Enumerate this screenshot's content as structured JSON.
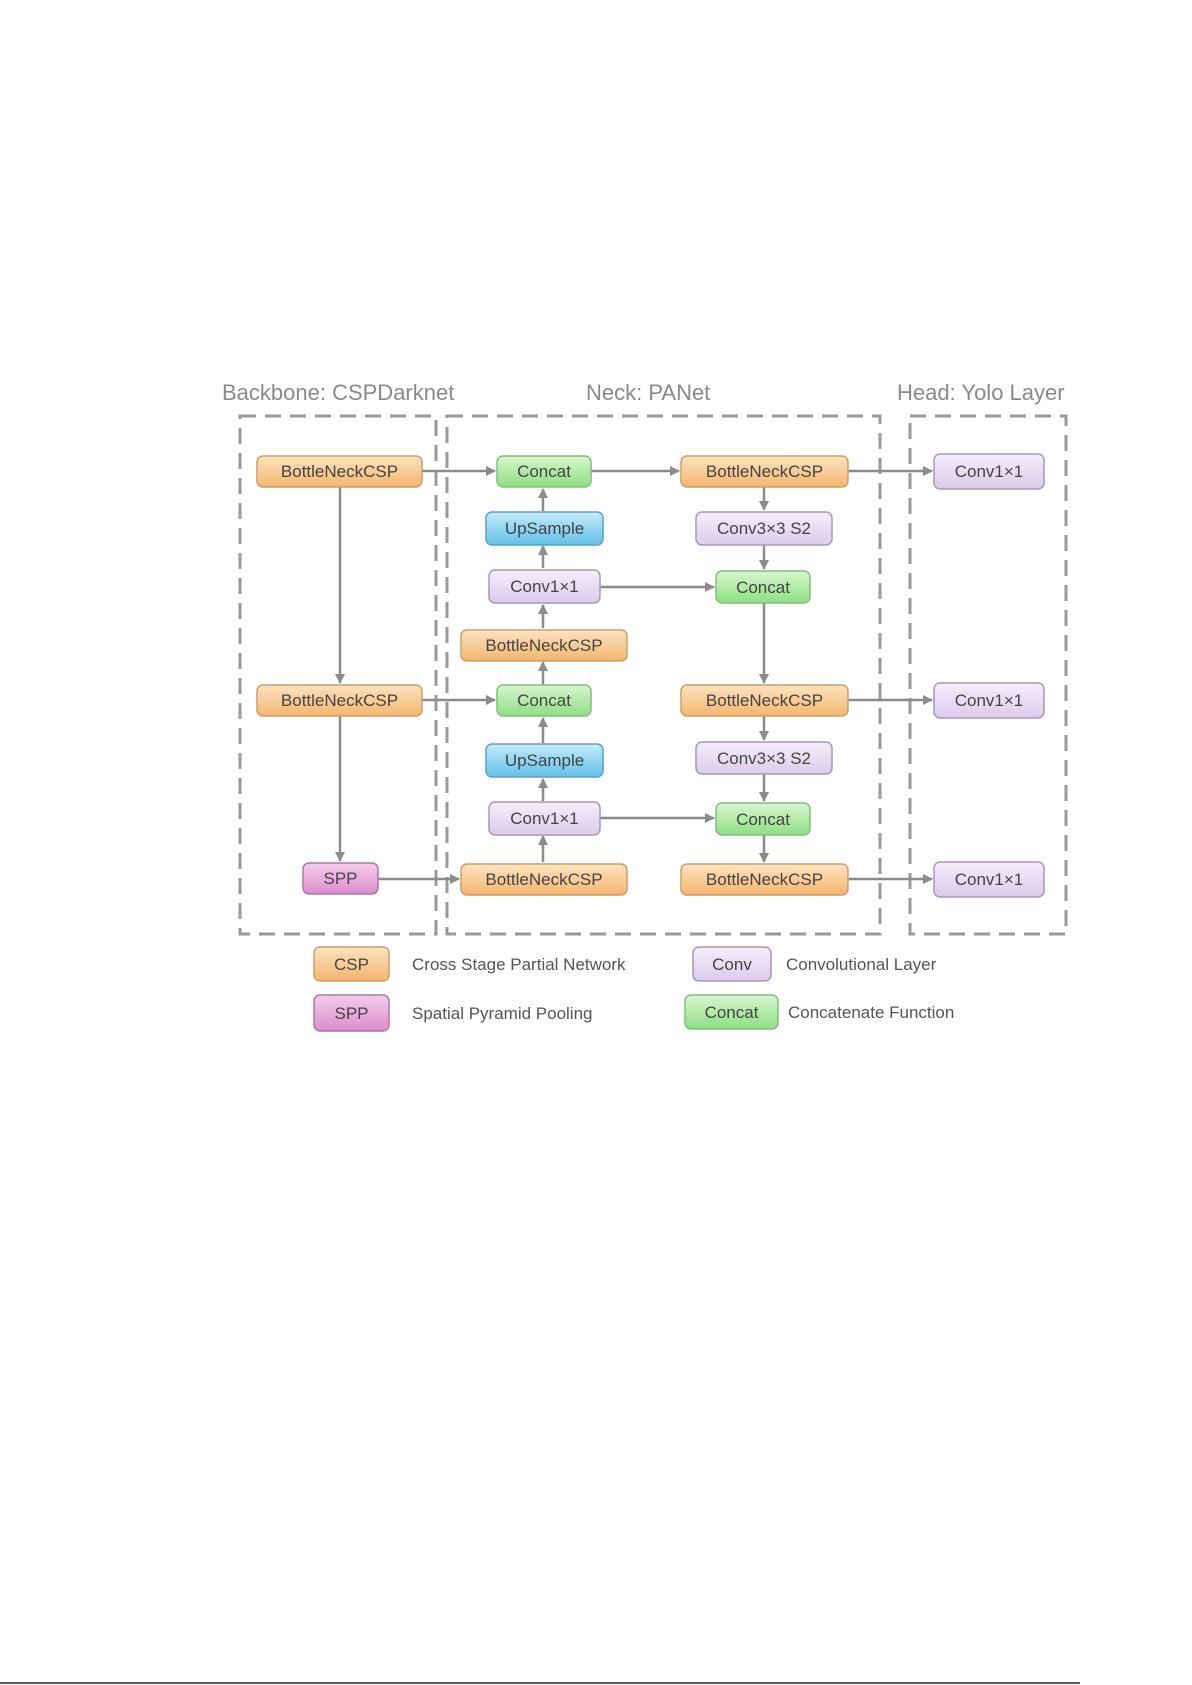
{
  "sections": {
    "backbone": "Backbone: CSPDarknet",
    "neck": "Neck: PANet",
    "head": "Head: Yolo Layer"
  },
  "nodes": {
    "bb_csp1": "BottleNeckCSP",
    "bb_csp2": "BottleNeckCSP",
    "bb_spp": "SPP",
    "nk_concat1": "Concat",
    "nk_upsample1": "UpSample",
    "nk_conv1x1_1": "Conv1×1",
    "nk_csp_mid": "BottleNeckCSP",
    "nk_concat2": "Concat",
    "nk_upsample2": "UpSample",
    "nk_conv1x1_2": "Conv1×1",
    "nk_csp_bottom": "BottleNeckCSP",
    "pn_csp1": "BottleNeckCSP",
    "pn_conv3_1": "Conv3×3 S2",
    "pn_concat1": "Concat",
    "pn_csp2": "BottleNeckCSP",
    "pn_conv3_2": "Conv3×3 S2",
    "pn_concat2": "Concat",
    "pn_csp3": "BottleNeckCSP",
    "hd_conv1": "Conv1×1",
    "hd_conv2": "Conv1×1",
    "hd_conv3": "Conv1×1"
  },
  "legend": [
    {
      "key": "CSP",
      "text": "Cross Stage Partial Network",
      "type": "csp"
    },
    {
      "key": "SPP",
      "text": "Spatial Pyramid Pooling",
      "type": "spp"
    },
    {
      "key": "Conv",
      "text": "Convolutional Layer",
      "type": "conv"
    },
    {
      "key": "Concat",
      "text": "Concatenate Function",
      "type": "concat"
    }
  ],
  "colors": {
    "csp": "#f7c98f",
    "spp": "#e7a6d8",
    "conv": "#e9dcf3",
    "concat": "#aee9a3",
    "upsample": "#8fd3f1",
    "arrow": "#8c8c8c",
    "region_border": "#9a9a9a"
  }
}
